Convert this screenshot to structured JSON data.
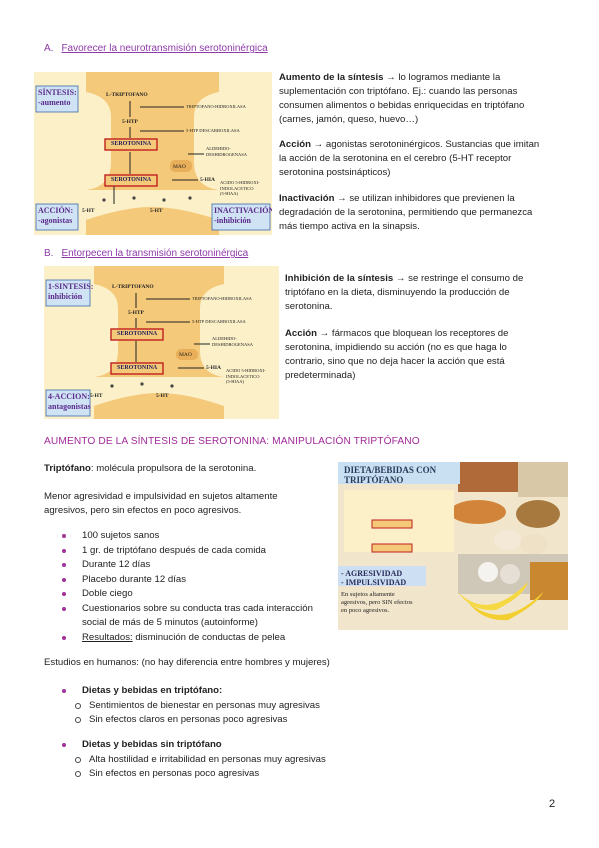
{
  "sectionA": {
    "letter": "A.",
    "title": "Favorecer la neurotransmisión serotoninérgica",
    "diagram": {
      "sintesis_label": "SÍNTESIS:",
      "sintesis_sub": "-aumento",
      "accion_label": "ACCIÓN:",
      "accion_sub": "-agonistas",
      "inactivacion_label": "INACTIVACIÓN:",
      "inactivacion_sub": "-inhibición"
    },
    "p1_bold": "Aumento de la síntesis",
    "p1_text": " → lo logramos mediante la suplementación con triptófano. Ej.: cuando las personas consumen alimentos o bebidas enriquecidas en triptófano (carnes, jamón, queso, huevo…)",
    "p2_bold": "Acción",
    "p2_text": " → agonistas serotoninérgicos. Sustancias que imitan la acción de la serotonina en el cerebro (5-HT receptor serotonina postsinápticos)",
    "p3_bold": "Inactivación",
    "p3_text": " → se utilizan inhibidores que previenen la degradación de la serotonina, permitiendo que permanezca más tiempo activa en la sinapsis."
  },
  "sectionB": {
    "letter": "B.",
    "title": "Entorpecen la transmisión serotoninérgica",
    "diagram": {
      "sintesis_label": "1-SINTESIS:",
      "sintesis_sub": "inhibición",
      "accion_label": "4-ACCION:",
      "accion_sub": "antagonistas"
    },
    "p1_bold": "Inhibición de la síntesis",
    "p1_text": " → se restringe el consumo de triptófano en la dieta, disminuyendo la producción de serotonina.",
    "p2_bold": "Acción",
    "p2_text": " → fármacos que bloquean los receptores de serotonina, impidiendo su acción (no es que haga lo contrario, sino que no deja hacer la acción que está predeterminada)"
  },
  "pathway": {
    "l_triptofano": "L-TRIPTOFANO",
    "hidroxilasa": "TRIPTOFANO-HIDROXILASA",
    "htp": "5-HTP",
    "descarboxilasa": "5-HTP DESCARBOXILASA",
    "serotonina": "SEROTONINA",
    "mao": "MAO",
    "aldehido": "ALDEHIDO-",
    "deshidrogenasa": "DESHIDROGENASA",
    "hia": "5-HIA",
    "acido1": "ACIDO 5-HIDROXI-",
    "acido2": "INDOLACETICO",
    "acido3": "(5-HIAA)",
    "ht": "5-HT"
  },
  "section3": {
    "title": "AUMENTO DE LA SÍNTESIS DE SEROTONINA: MANIPULACIÓN TRIPTÓFANO",
    "def_bold": "Triptófano",
    "def_text": ": molécula propulsora de la serotonina.",
    "menor1": "Menor agresividad e impulsividad en sujetos altamente",
    "menor2": "agresivos, pero sin efectos en poco agresivos.",
    "bullets": [
      "100 sujetos sanos",
      "1 gr. de triptófano después de cada comida",
      "Durante 12 días",
      "Placebo durante 12 días",
      "Doble ciego",
      "Cuestionarios sobre su conducta tras cada interacción",
      "social de más de 5 minutos (autoinforme)"
    ],
    "resultados_label": "Resultados:",
    "resultados_text": " disminución de conductas de pelea",
    "estudios": "Estudios en humanos: (no hay diferencia entre hombres y mujeres)",
    "dietas_con": "Dietas y bebidas en triptófano:",
    "dietas_con_items": [
      "Sentimientos de bienestar en personas muy agresivas",
      "Sin efectos claros en personas poco agresivas"
    ],
    "dietas_sin": "Dietas y bebidas sin triptófano",
    "dietas_sin_items": [
      "Alta hostilidad e irritabilidad en personas muy agresivas",
      "Sin efectos en personas poco agresivas"
    ],
    "image": {
      "title1": "DIETA/BEBIDAS CON",
      "title2": "TRIPTÓFANO",
      "agresividad": "- AGRESIVIDAD",
      "impulsividad": "- IMPULSIVIDAD",
      "caption1": "En sujetos altamente",
      "caption2": "agresivos, pero SIN efectos",
      "caption3": "en poco agresivos."
    }
  },
  "page_number": "2",
  "colors": {
    "accent": "#8e3aa8",
    "diagram_bg": "#fbf0c8",
    "neuron": "#f5c97a"
  }
}
